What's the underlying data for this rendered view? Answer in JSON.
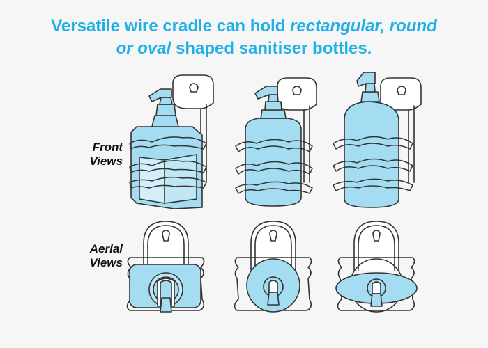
{
  "headline": {
    "line1": "Versatile wire cradle can hold",
    "line1_em": "rectangular, round",
    "line2_em": "or oval",
    "line2": "shaped sanitiser bottles."
  },
  "labels": {
    "front_1": "Front",
    "front_2": "Views",
    "aerial_1": "Aerial",
    "aerial_2": "Views"
  },
  "colors": {
    "accent": "#1fb0e6",
    "bottle_fill": "#9fdcf2",
    "bottle_fill_light": "#c9ecf8",
    "line": "#333333",
    "background": "#f6f6f6"
  }
}
